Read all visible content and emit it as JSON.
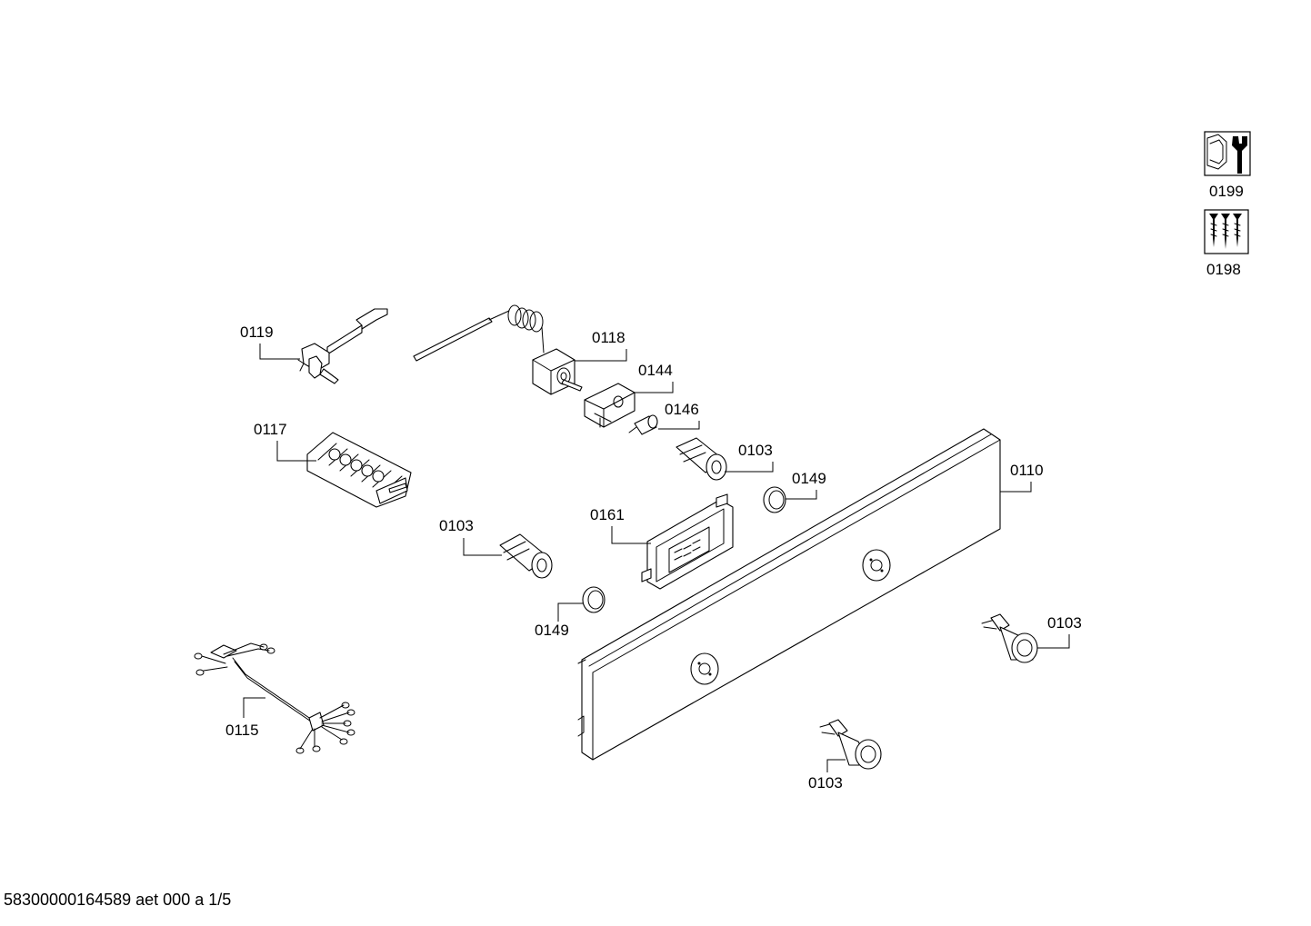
{
  "footer": {
    "document_id": "58300000164589 aet 000 a 1/5"
  },
  "side_icons": [
    {
      "number": "0199",
      "icon": "nut-and-wrench-icon"
    },
    {
      "number": "0198",
      "icon": "screws-icon"
    }
  ],
  "parts": [
    {
      "number": "0119",
      "part": "thermal-cutout-bracket"
    },
    {
      "number": "0118",
      "part": "thermostat"
    },
    {
      "number": "0144",
      "part": "lamp-holder"
    },
    {
      "number": "0146",
      "part": "indicator-lamp"
    },
    {
      "number": "0117",
      "part": "selector-switch"
    },
    {
      "number": "0103",
      "part": "control-knob"
    },
    {
      "number": "0149",
      "part": "knob-ring"
    },
    {
      "number": "0110",
      "part": "control-panel-fascia"
    },
    {
      "number": "0161",
      "part": "electronic-timer-module"
    },
    {
      "number": "0103",
      "part": "control-knob"
    },
    {
      "number": "0149",
      "part": "knob-ring"
    },
    {
      "number": "0115",
      "part": "wiring-harness"
    },
    {
      "number": "0103",
      "part": "control-knob"
    },
    {
      "number": "0103",
      "part": "control-knob"
    }
  ]
}
